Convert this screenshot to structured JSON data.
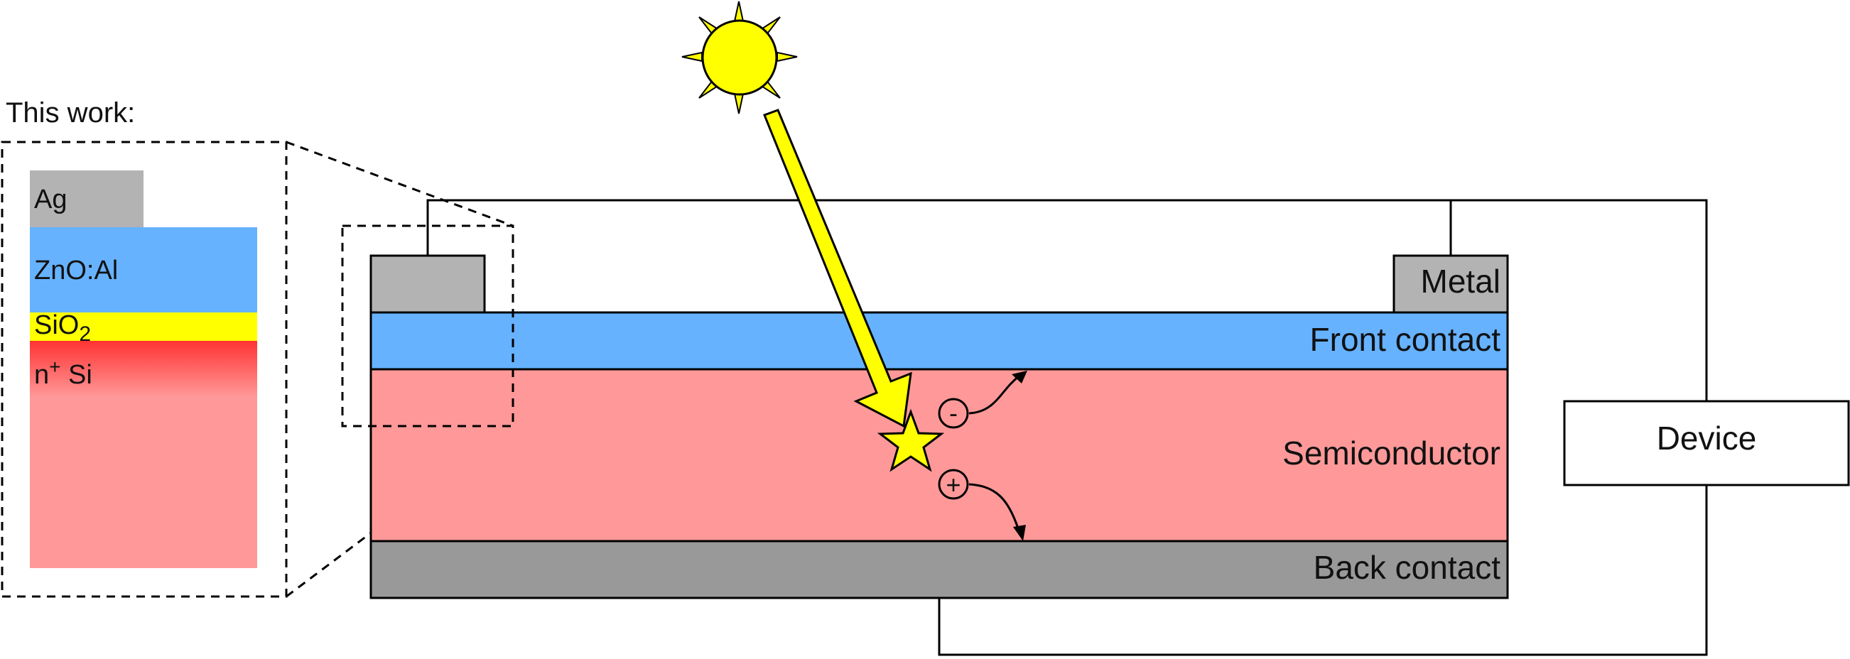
{
  "inset": {
    "title": "This work:",
    "layers": {
      "ag": "Ag",
      "zno": "ZnO:Al",
      "sio2_main": "SiO",
      "sio2_sub": "2",
      "si_main": "n",
      "si_sup": "+",
      "si_rest": " Si"
    }
  },
  "cell": {
    "metal": "Metal",
    "front_contact": "Front contact",
    "semiconductor": "Semiconductor",
    "back_contact": "Back contact"
  },
  "carriers": {
    "electron": "-",
    "hole": "+"
  },
  "device": {
    "label": "Device"
  },
  "colors": {
    "metal": "#b3b3b3",
    "front_contact": "#66b2ff",
    "semiconductor": "#ff9999",
    "back_contact": "#999999",
    "sio2": "#ffff00",
    "n_plus_si": "#ff3333",
    "sun": "#ffff00"
  }
}
